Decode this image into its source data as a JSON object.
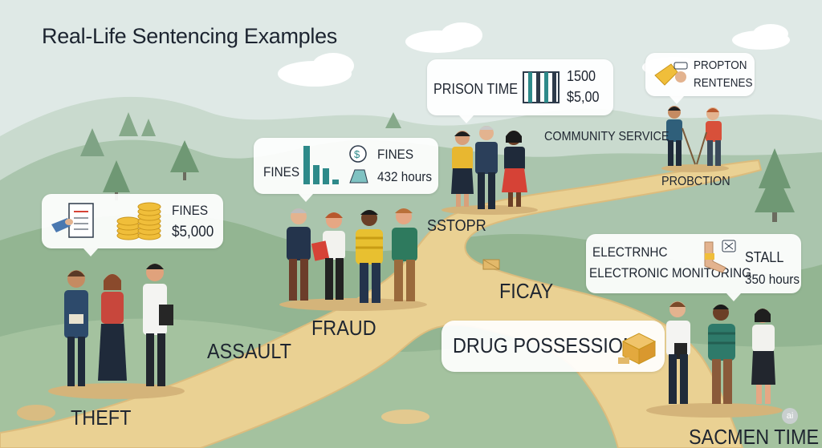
{
  "title": "Real-Life Sentencing Examples",
  "path_labels": {
    "theft": "THEFT",
    "assault": "ASSAULT",
    "fraud": "FRAUD",
    "sstopr": "SSTOPR",
    "ficay": "FICAY",
    "community_service": "COMMUNITY SERVICE",
    "probction": "PROBCTION",
    "sacmen_time": "SACMEN TIME"
  },
  "bubbles": {
    "theft": {
      "label": "FINES",
      "amount": "$5,000"
    },
    "fraud": {
      "label_left": "FINES",
      "label_right": "FINES",
      "hours": "432 hours"
    },
    "prison": {
      "label": "PRISON TIME",
      "value1": "1500",
      "value2": "$5,00"
    },
    "probation": {
      "line1": "PROPTON",
      "line2": "RENTENES"
    },
    "electronic": {
      "line1": "ELECTRNHC",
      "line2": "ELECTRONIC MONITORING",
      "label_right": "STALL",
      "hours": "350 hours"
    },
    "drug": {
      "label": "DRUG POSSESSION"
    }
  },
  "watermark": "ai",
  "colors": {
    "sky": "#dfe9e6",
    "hill_far": "#c6d8cc",
    "hill_mid": "#a9c4ab",
    "hill_near": "#8fb08f",
    "path": "#e9cf96",
    "path_edge": "#d9b979",
    "text": "#1e2530"
  }
}
